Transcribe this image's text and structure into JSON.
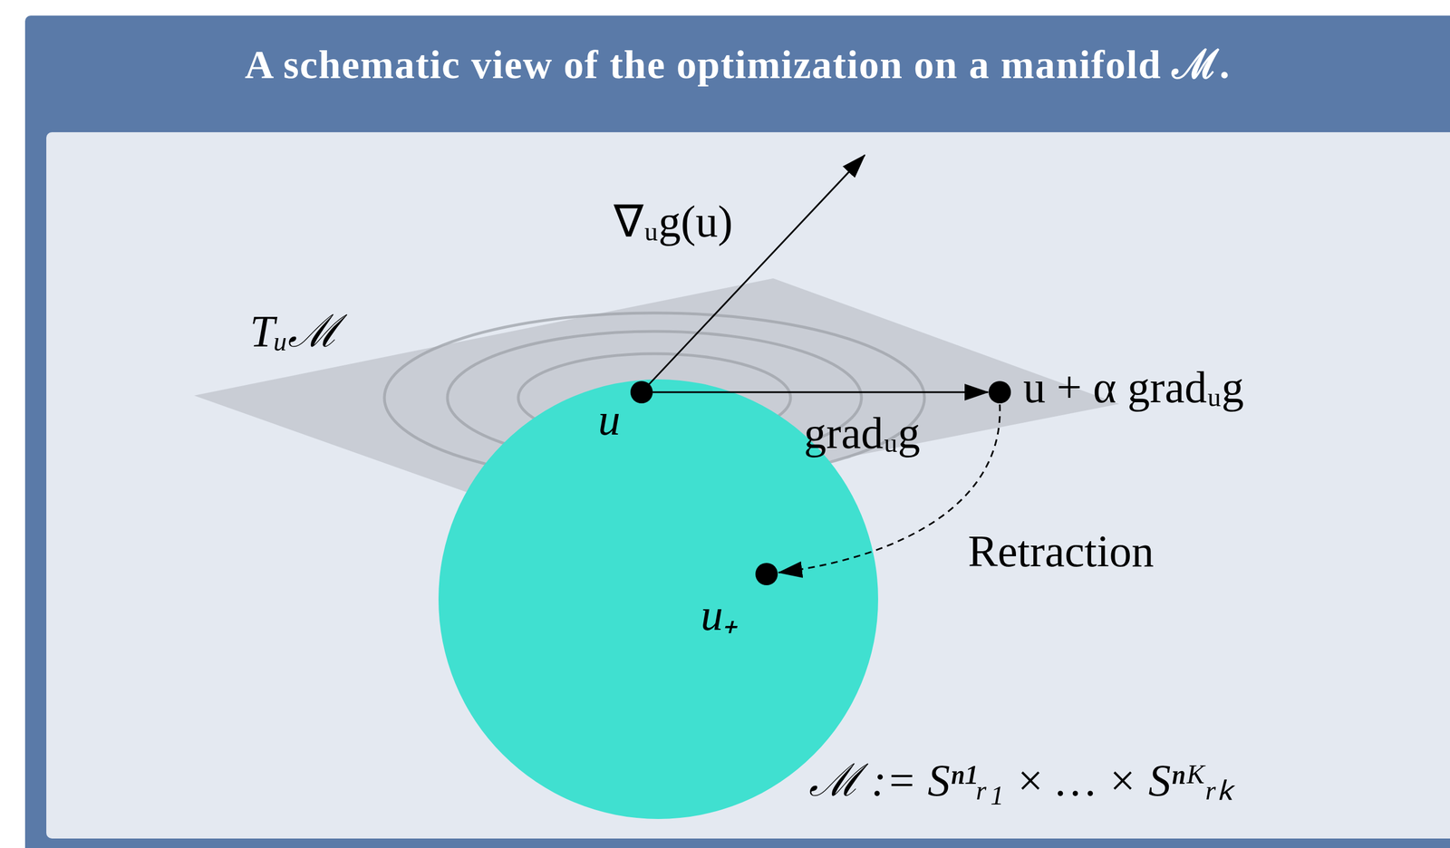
{
  "diagram": {
    "title": "A schematic view of the optimization on a manifold ℳ.",
    "nodes": [
      {
        "text": [
          "Tᵤℳ"
        ]
      },
      {
        "text": [
          "ℳ := Sⁿ¹ᵣ₁ × … × Sⁿᴷᵣₖ"
        ]
      },
      {
        "text": [
          "u"
        ],
        "in": 1
      },
      {
        "text": [
          "u + α gradᵤg"
        ],
        "in": 0
      },
      {
        "text": [
          "u₊"
        ],
        "in": 1
      }
    ],
    "edges": [
      {
        "from": 2,
        "to": 3,
        "arrow": "to",
        "label": "gradᵤg"
      },
      {
        "from": 3,
        "to": 4,
        "arrow": "to",
        "label": "Retraction"
      }
    ],
    "labels": [
      "∇ᵤg(u)"
    ]
  }
}
